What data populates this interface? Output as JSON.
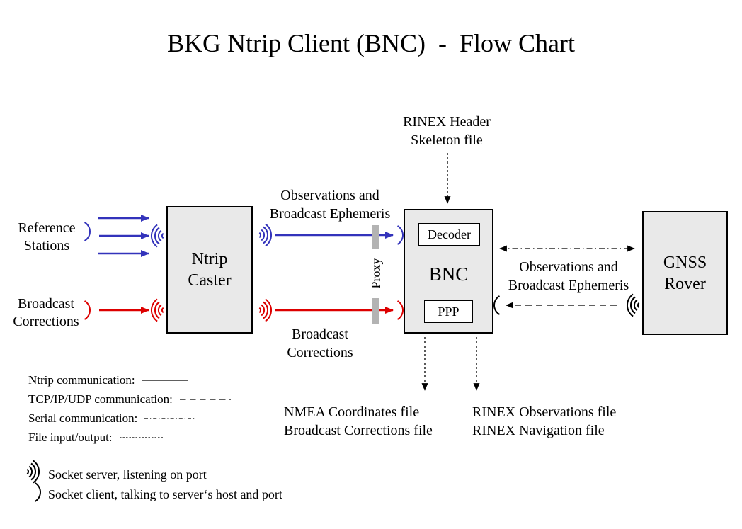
{
  "title": "BKG Ntrip Client (BNC)  -  Flow Chart",
  "colors": {
    "ntrip_line": "#3333bb",
    "corrections_line": "#dd0000",
    "node_fill": "#e9e9e9",
    "proxy_bar": "#b3b3b3"
  },
  "nodes": {
    "ntrip_caster": {
      "line1": "Ntrip",
      "line2": "Caster"
    },
    "bnc": {
      "label": "BNC",
      "decoder_label": "Decoder",
      "ppp_label": "PPP"
    },
    "gnss_rover": {
      "line1": "GNSS",
      "line2": "Rover"
    }
  },
  "labels": {
    "reference_stations": {
      "line1": "Reference",
      "line2": "Stations"
    },
    "broadcast_corrections_source": {
      "line1": "Broadcast",
      "line2": "Corrections"
    },
    "observations_to_bnc": {
      "line1": "Observations and",
      "line2": "Broadcast Ephemeris"
    },
    "corrections_to_bnc": {
      "line1": "Broadcast",
      "line2": "Corrections"
    },
    "rinex_skeleton": {
      "line1": "RINEX Header",
      "line2": "Skeleton file"
    },
    "observations_to_rover": {
      "line1": "Observations and",
      "line2": "Broadcast Ephemeris"
    },
    "proxy": "Proxy",
    "nmea_output": {
      "line1": "NMEA Coordinates file",
      "line2": "Broadcast Corrections file"
    },
    "rinex_output": {
      "line1": "RINEX Observations file",
      "line2": "RINEX Navigation file"
    }
  },
  "legend": {
    "items": [
      {
        "label": "Ntrip communication:",
        "style": "solid"
      },
      {
        "label": "TCP/IP/UDP communication:",
        "style": "dashed"
      },
      {
        "label": "Serial communication:",
        "style": "dashdot"
      },
      {
        "label": "File input/output:",
        "style": "finedash"
      }
    ],
    "socket_server_label": "Socket server, listening on port",
    "socket_client_label": "Socket client, talking to server‘s host and port"
  }
}
